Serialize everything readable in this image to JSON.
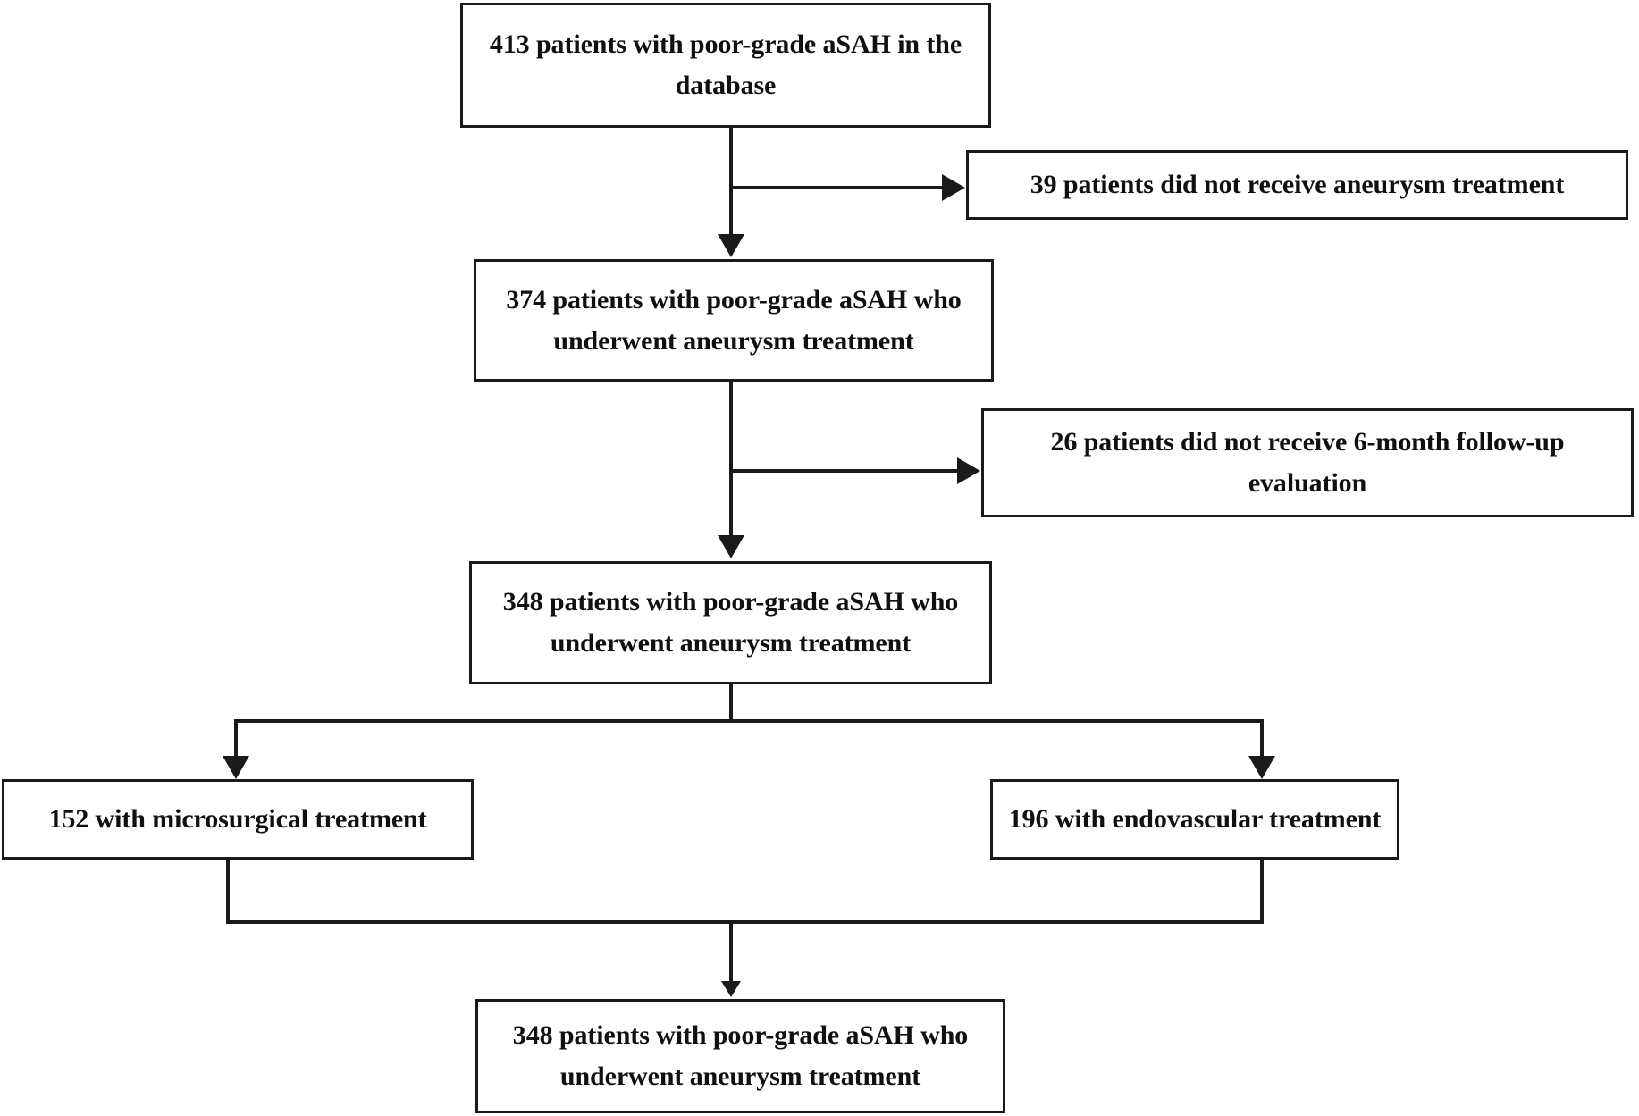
{
  "figure": {
    "type": "flowchart",
    "orientation": "top-to-bottom",
    "title": "Patient selection flowchart for poor-grade aSAH cohort"
  },
  "nodes": {
    "n1_database": "413 patients with poor-grade aSAH in the database",
    "n2_excluded_no_treatment": "39 patients did not receive aneurysm treatment",
    "n3_treated": "374 patients with poor-grade aSAH who underwent aneurysm treatment",
    "n4_excluded_no_followup": "26 patients did not receive 6-month follow-up evaluation",
    "n5_followed": "348 patients with poor-grade aSAH who underwent aneurysm treatment",
    "n6_microsurgical": "152 with microsurgical treatment",
    "n7_endovascular": "196 with endovascular treatment",
    "n8_final": "348 patients with poor-grade aSAH who underwent aneurysm treatment"
  },
  "counts": {
    "database": 413,
    "excluded_no_treatment": 39,
    "treated": 374,
    "excluded_no_followup": 26,
    "followed": 348,
    "microsurgical": 152,
    "endovascular": 196,
    "final": 348
  },
  "edges": [
    {
      "from": "n1_database",
      "to": "n3_treated",
      "kind": "down-arrow"
    },
    {
      "from": "n1_database",
      "to": "n2_excluded_no_treatment",
      "kind": "right-arrow"
    },
    {
      "from": "n3_treated",
      "to": "n5_followed",
      "kind": "down-arrow"
    },
    {
      "from": "n3_treated",
      "to": "n4_excluded_no_followup",
      "kind": "right-arrow"
    },
    {
      "from": "n5_followed",
      "to": "n6_microsurgical",
      "kind": "split-left-down-arrow"
    },
    {
      "from": "n5_followed",
      "to": "n7_endovascular",
      "kind": "split-right-down-arrow"
    },
    {
      "from": "n6_microsurgical",
      "to": "n8_final",
      "kind": "merge-down-arrow"
    },
    {
      "from": "n7_endovascular",
      "to": "n8_final",
      "kind": "merge-down-arrow"
    }
  ],
  "style": {
    "line_color": "#1a1a1a",
    "box_border_color": "#1a1a1a",
    "box_fill": "#ffffff",
    "text_color": "#101010",
    "page_background": "#ffffff"
  }
}
